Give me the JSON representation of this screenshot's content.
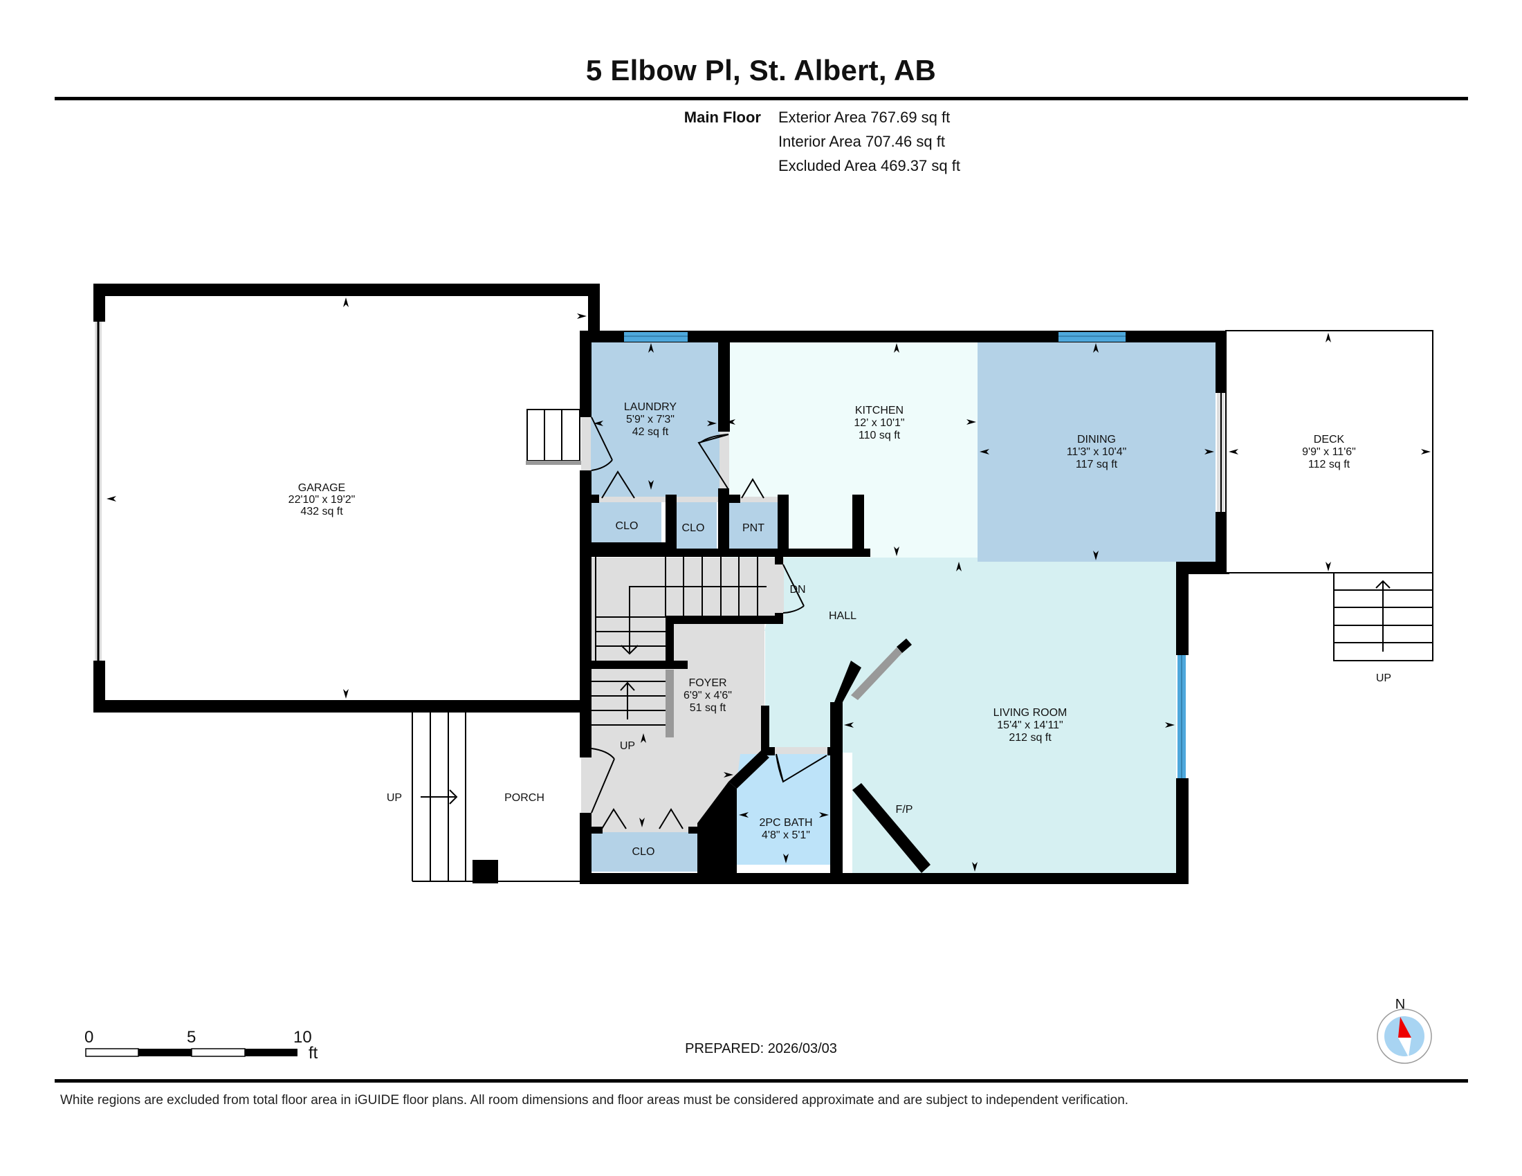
{
  "header": {
    "title": "5 Elbow Pl, St. Albert, AB"
  },
  "areas": {
    "floor_label": "Main Floor",
    "exterior": "Exterior Area 767.69 sq ft",
    "interior": "Interior Area 707.46 sq ft",
    "excluded": "Excluded Area 469.37 sq ft"
  },
  "rooms": {
    "garage": {
      "name": "GARAGE",
      "dims": "22'10\" x 19'2\"",
      "area": "432 sq ft"
    },
    "laundry": {
      "name": "LAUNDRY",
      "dims": "5'9\" x 7'3\"",
      "area": "42 sq ft"
    },
    "kitchen": {
      "name": "KITCHEN",
      "dims": "12' x 10'1\"",
      "area": "110 sq ft"
    },
    "dining": {
      "name": "DINING",
      "dims": "11'3\" x 10'4\"",
      "area": "117 sq ft"
    },
    "deck": {
      "name": "DECK",
      "dims": "9'9\" x 11'6\"",
      "area": "112 sq ft"
    },
    "foyer": {
      "name": "FOYER",
      "dims": "6'9\" x 4'6\"",
      "area": "51 sq ft"
    },
    "living": {
      "name": "LIVING ROOM",
      "dims": "15'4\" x 14'11\"",
      "area": "212 sq ft"
    },
    "bath": {
      "name": "2PC BATH",
      "dims": "4'8\" x 5'1\""
    },
    "hall": {
      "name": "HALL"
    },
    "porch": {
      "name": "PORCH"
    },
    "clo1": {
      "name": "CLO"
    },
    "clo2": {
      "name": "CLO"
    },
    "pantry": {
      "name": "PNT"
    },
    "clo3": {
      "name": "CLO"
    }
  },
  "annotations": {
    "stairs_dn": "DN",
    "stairs_up_foyer": "UP",
    "stairs_up_porch": "UP",
    "stairs_up_deck": "UP",
    "fireplace": "F/P"
  },
  "scale_bar": {
    "ticks": [
      "0",
      "5",
      "10"
    ],
    "unit": "ft"
  },
  "compass": {
    "label": "N",
    "icon": "compass-icon"
  },
  "prepared": "PREPARED: 2026/03/03",
  "footer": "White regions are excluded from total floor area in iGUIDE floor plans. All room dimensions and floor areas must be considered approximate and are subject to independent verification.",
  "colors": {
    "wall": "#000000",
    "laundry_closets": "#b4d2e7",
    "kitchen": "#effcfb",
    "dining": "#b4d2e7",
    "living_hall": "#d6f0f2",
    "foyer": "#dedede",
    "bath": "#bde3f9",
    "window": "#4ea8dc",
    "compass_north": "#ee0000",
    "compass_disc": "#a8d4f2"
  }
}
